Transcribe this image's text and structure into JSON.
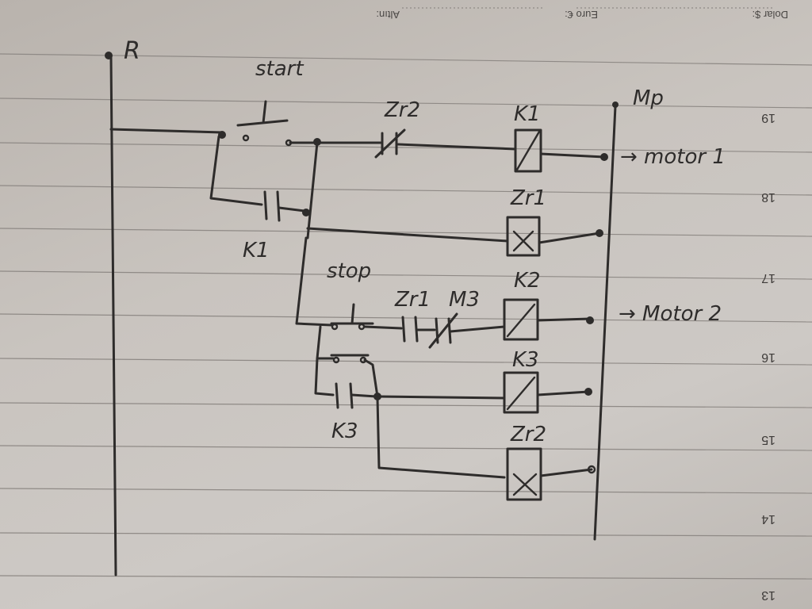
{
  "header": {
    "dolar_label": "Dolar $:",
    "euro_label": "Euro €:",
    "altin_label": "Altın:"
  },
  "page_numbers": [
    "19",
    "18",
    "17",
    "16",
    "15",
    "14",
    "13"
  ],
  "labels": {
    "rail_left": "R",
    "rail_right": "Mp",
    "start": "start",
    "stop": "stop",
    "zr2": "Zr2",
    "k1_coil": "K1",
    "k1_contact": "K1",
    "motor1": "→ motor 1",
    "zr1_coil": "Zr1",
    "zr1_contact": "Zr1",
    "m3": "M3",
    "k2_coil": "K2",
    "motor2": "→ Motor 2",
    "k3_coil": "K3",
    "k3_contact": "K3",
    "zr2_coil": "Zr2"
  }
}
